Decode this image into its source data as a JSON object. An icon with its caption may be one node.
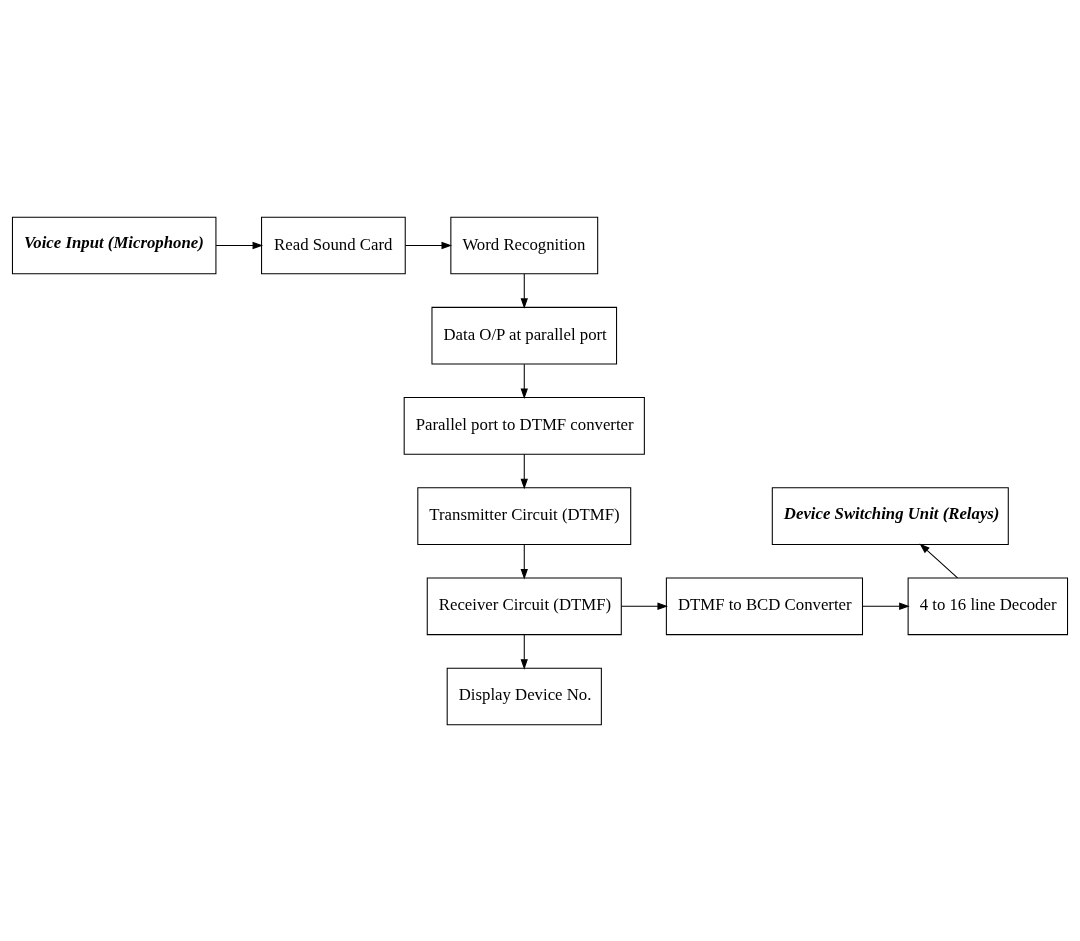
{
  "diagram": {
    "nodes": [
      {
        "text": [
          "Voice Input (Microphone)"
        ]
      },
      {
        "text": [
          "Read Sound Card"
        ]
      },
      {
        "text": [
          "Word Recognition"
        ]
      },
      {
        "text": [
          "Data O/P at parallel port"
        ]
      },
      {
        "text": [
          "Parallel port to DTMF converter"
        ]
      },
      {
        "text": [
          "Transmitter Circuit (DTMF)"
        ]
      },
      {
        "text": [
          "Receiver Circuit (DTMF)"
        ]
      },
      {
        "text": [
          "DTMF to BCD Converter"
        ]
      },
      {
        "text": [
          "4 to 16 line Decoder"
        ]
      },
      {
        "text": [
          "Device Switching Unit (Relays)"
        ]
      },
      {
        "text": [
          "Display Device No."
        ]
      }
    ],
    "edges": [
      {
        "from": 0,
        "to": 1,
        "arrow": "to"
      },
      {
        "from": 1,
        "to": 2,
        "arrow": "to"
      },
      {
        "from": 2,
        "to": 3,
        "arrow": "to"
      },
      {
        "from": 3,
        "to": 4,
        "arrow": "to"
      },
      {
        "from": 4,
        "to": 5,
        "arrow": "to"
      },
      {
        "from": 5,
        "to": 6,
        "arrow": "to"
      },
      {
        "from": 6,
        "to": 7,
        "arrow": "to"
      },
      {
        "from": 7,
        "to": 8,
        "arrow": "to"
      },
      {
        "from": 8,
        "to": 9,
        "arrow": "to"
      },
      {
        "from": 6,
        "to": 10,
        "arrow": "to"
      }
    ]
  }
}
